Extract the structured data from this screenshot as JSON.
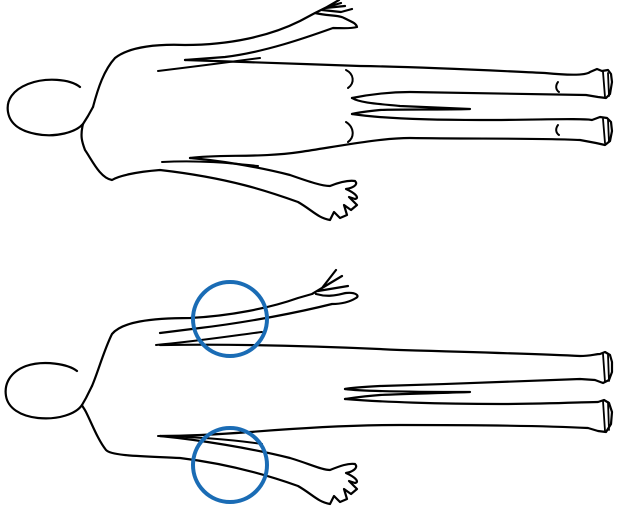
{
  "figures": [
    {
      "id": "body-back-view",
      "highlighted_regions": 0
    },
    {
      "id": "body-front-view",
      "highlighted_regions": 2
    }
  ],
  "colors": {
    "outline": "#000000",
    "highlight": "#1a6cb5",
    "background": "#ffffff"
  }
}
